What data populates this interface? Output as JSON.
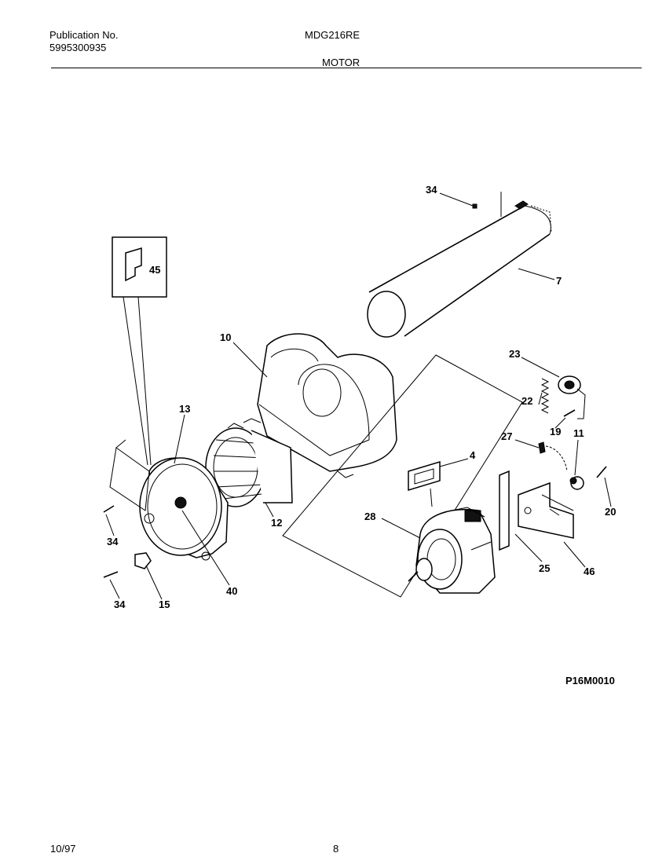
{
  "header": {
    "publication_label": "Publication No.",
    "publication_number": "5995300935",
    "model": "MDG216RE",
    "section": "MOTOR"
  },
  "diagram": {
    "part_labels": [
      "34",
      "7",
      "45",
      "10",
      "23",
      "22",
      "19",
      "11",
      "27",
      "4",
      "13",
      "12",
      "28",
      "34",
      "20",
      "25",
      "46",
      "40",
      "34",
      "15"
    ],
    "figure_code": "P16M0010"
  },
  "footer": {
    "date": "10/97",
    "page": "8"
  }
}
